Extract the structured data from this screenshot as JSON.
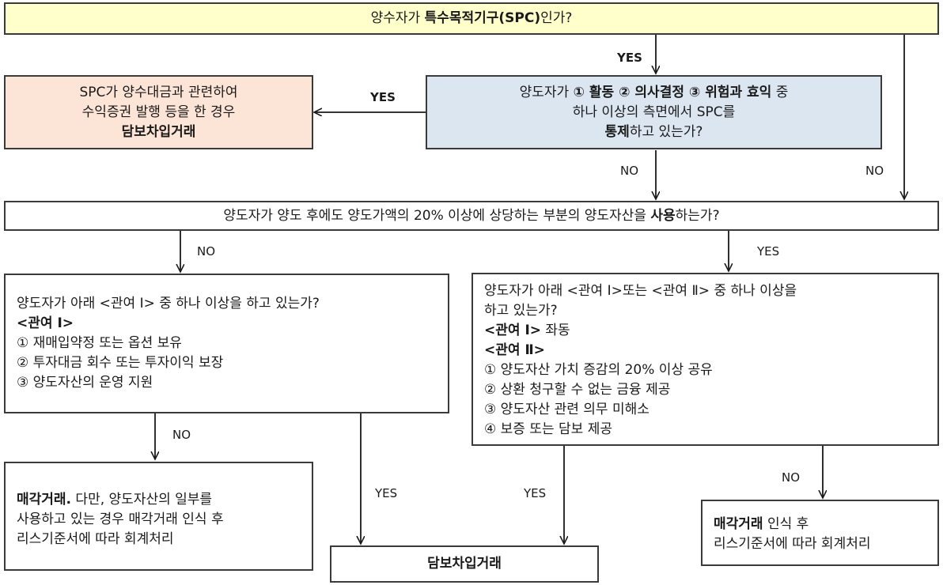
{
  "top": {
    "pre": "양수자가 ",
    "bold": "특수목적기구(SPC)",
    "post": "인가?"
  },
  "spc_control": {
    "l1_pre": "양도자가 ",
    "l1_bold": "① 활동 ② 의사결정 ③ 위험과 효익",
    "l1_post": " 중",
    "l2": "하나 이상의 측면에서 SPC를",
    "l3_bold": "통제",
    "l3_post": "하고 있는가?"
  },
  "spc_result": {
    "l1": "SPC가 양수대금과 관련하여",
    "l2": "수익증권 발행 등을 한 경우",
    "l3_bold": "담보차입거래"
  },
  "use_q": {
    "pre": "양도자가 양도 후에도 양도가액의 20% 이상에 상당하는 부분의 양도자산을 ",
    "bold": "사용",
    "post": "하는가?"
  },
  "left_q": {
    "l1": "양도자가 아래 <관여 Ⅰ> 중 하나 이상을 하고 있는가?",
    "l2_bold": "<관여 Ⅰ>",
    "items": [
      "① 재매입약정 또는 옵션 보유",
      "② 투자대금 회수 또는 투자이익 보장",
      "③ 양도자산의 운영 지원"
    ]
  },
  "right_q": {
    "l1": "양도자가 아래 <관여 Ⅰ>또는 <관여 Ⅱ> 중  하나 이상을",
    "l2": "하고 있는가?",
    "l3_bold": "<관여 Ⅰ>",
    "l3_post": " 좌동",
    "l4_bold": "<관여 Ⅱ>",
    "items": [
      "① 양도자산 가치 증감의 20%  이상 공유",
      "② 상환 청구할 수 없는 금융 제공",
      "③ 양도자산 관련 의무 미해소",
      "④ 보증 또는 담보 제공"
    ]
  },
  "sale_left": {
    "l1_bold": "매각거래.",
    "l1_post": " 다만, 양도자산의 일부를",
    "l2": "사용하고 있는 경우 매각거래 인식 후",
    "l3": "리스기준서에 따라 회계처리"
  },
  "borrow": {
    "bold": "담보차입거래"
  },
  "sale_right": {
    "l1_bold": "매각거래",
    "l1_post": " 인식 후",
    "l2": "리스기준서에 따라 회계처리"
  },
  "labels": {
    "yes_top": "YES",
    "yes_left": "YES",
    "no_mid": "NO",
    "no_right": "NO",
    "no_use": "NO",
    "yes_use": "YES",
    "no_left": "NO",
    "yes_left2": "YES",
    "yes_right2": "YES",
    "no_right2": "NO"
  }
}
